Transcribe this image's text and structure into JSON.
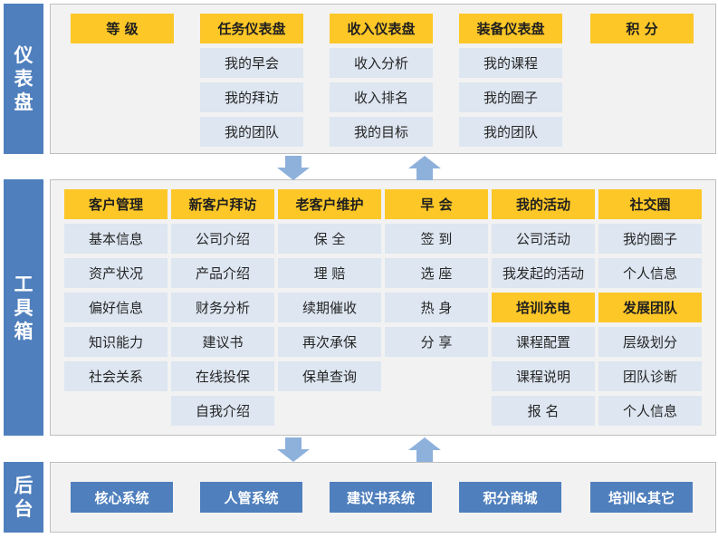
{
  "sections": {
    "dashboard": "仪表盘",
    "toolbox": "工具箱",
    "backend": "后台"
  },
  "dashboard": [
    {
      "header": "等 级",
      "items": []
    },
    {
      "header": "任务仪表盘",
      "items": [
        "我的早会",
        "我的拜访",
        "我的团队"
      ]
    },
    {
      "header": "收入仪表盘",
      "items": [
        "收入分析",
        "收入排名",
        "我的目标"
      ]
    },
    {
      "header": "装备仪表盘",
      "items": [
        "我的课程",
        "我的圈子",
        "我的团队"
      ]
    },
    {
      "header": "积 分",
      "items": []
    }
  ],
  "toolbox": [
    {
      "header": "客户管理",
      "items": [
        "基本信息",
        "资产状况",
        "偏好信息",
        "知识能力",
        "社会关系"
      ]
    },
    {
      "header": "新客户拜访",
      "items": [
        "公司介绍",
        "产品介绍",
        "财务分析",
        "建议书",
        "在线投保",
        "自我介绍"
      ]
    },
    {
      "header": "老客户维护",
      "items": [
        "保 全",
        "理 赔",
        "续期催收",
        "再次承保",
        "保单查询"
      ]
    },
    {
      "header": "早 会",
      "items": [
        "签 到",
        "选 座",
        "热 身",
        "分 享"
      ]
    },
    {
      "header": "我的活动",
      "items": [
        "公司活动",
        "我发起的活动"
      ]
    },
    {
      "header": "社交圈",
      "items": [
        "我的圈子",
        "个人信息"
      ]
    },
    {
      "header": "培训充电",
      "items": [
        "课程配置",
        "课程说明",
        "报 名"
      ]
    },
    {
      "header": "发展团队",
      "items": [
        "层级划分",
        "团队诊断",
        "个人信息"
      ]
    }
  ],
  "backend": [
    "核心系统",
    "人管系统",
    "建议书系统",
    "积分商城",
    "培训&其它"
  ],
  "colors": {
    "blue": "#4f7fbd",
    "gold": "#fdc727",
    "item_bg": "#dde6f1",
    "panel_bg": "#f2f2f2",
    "arrow": "#8eb1dc"
  }
}
